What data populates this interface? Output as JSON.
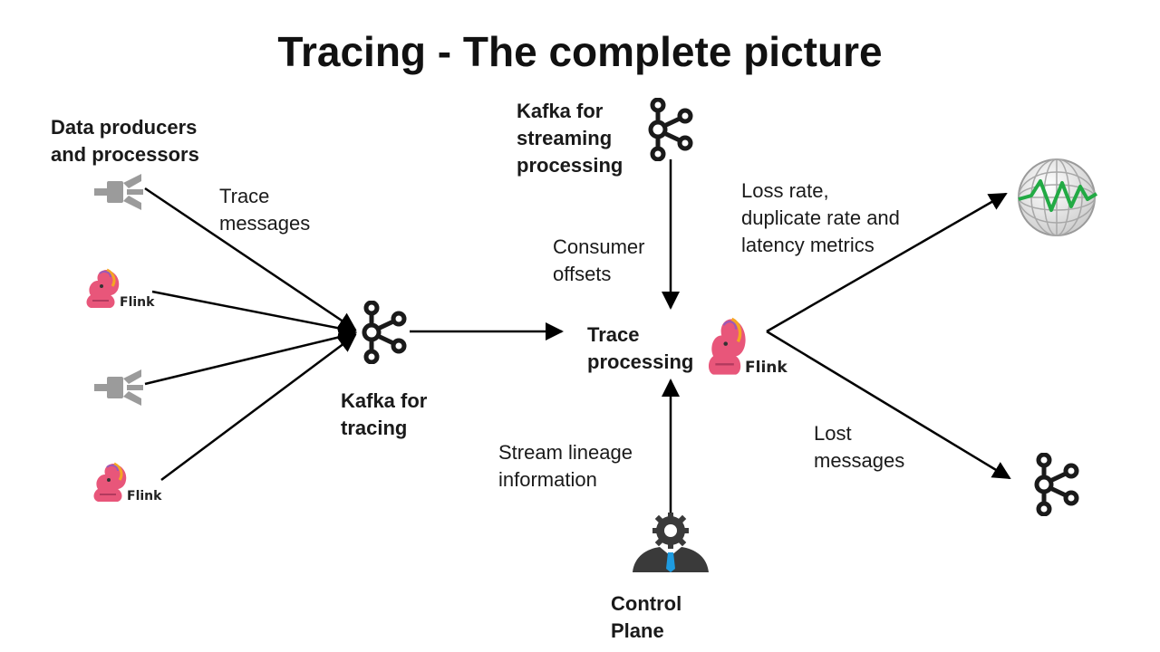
{
  "title": "Tracing - The complete picture",
  "labels": {
    "producers": [
      "Data producers",
      "and processors"
    ],
    "trace_messages": [
      "Trace",
      "messages"
    ],
    "kafka_tracing": [
      "Kafka for",
      "tracing"
    ],
    "kafka_streaming": [
      "Kafka for",
      "streaming",
      "processing"
    ],
    "consumer_offsets": [
      "Consumer",
      "offsets"
    ],
    "trace_processing": [
      "Trace",
      "processing"
    ],
    "stream_lineage": [
      "Stream lineage",
      "information"
    ],
    "control_plane": [
      "Control",
      "Plane"
    ],
    "metrics": [
      "Loss rate,",
      "duplicate rate and",
      "latency metrics"
    ],
    "lost_messages": [
      "Lost",
      "messages"
    ]
  },
  "flink_logo_text": "Flink",
  "colors": {
    "arrow": "#000000",
    "text": "#1a1a1a",
    "kafka_icon": "#1a1a1a",
    "connector_icon": "#9b9b9b",
    "flink_squirrel": "#e8567a",
    "globe_line": "#22aa44",
    "tie": "#1e9be0"
  },
  "icons": [
    "connector-icon",
    "flink-logo-icon",
    "kafka-icon",
    "globe-metrics-icon",
    "operator-person-icon"
  ]
}
